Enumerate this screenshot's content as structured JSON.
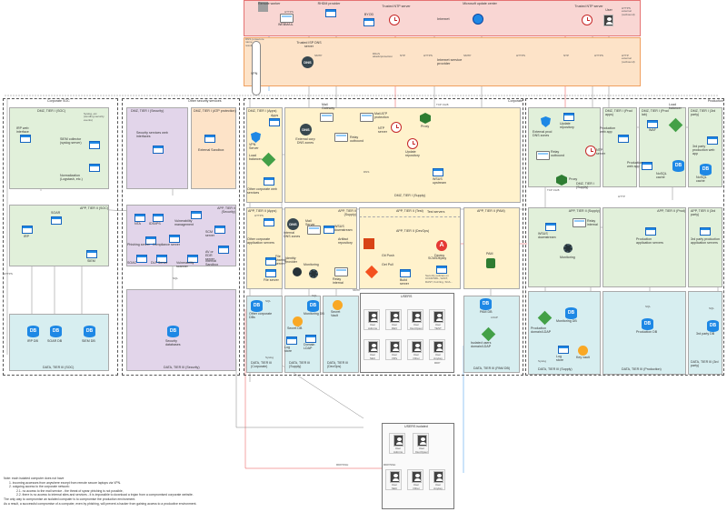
{
  "zones": {
    "internet": "Internet",
    "isp": "Internet service provider",
    "corporate_soc": "Corporate SOC",
    "other_security": "Other security services",
    "corporate": "Corporate",
    "production": "Production",
    "dmz_tier1_soc": "DMZ, TIER I (SOC)",
    "dmz_tier1_security": "DMZ, TIER I (Security)",
    "dmz_tier1_atp": "DMZ, TIER I (ATP protection)",
    "dmz_tier1_apps": "DMZ, TIER I (Apps)",
    "dmz_tier1_supply": "DMZ, TIER I (Supply)",
    "dmz_tier1_supply_prod": "DMZ, TIER I (Supply)",
    "dmz_tier1_prod_apps": "DMZ, TIER I (Prod apps)",
    "dmz_tier1_prod_lab": "DMZ, TIER I (Prod lab)",
    "dmz_tier1_3rd": "DMZ, TIER I (3rd party)",
    "app_tier2_soc": "APP, TIER II (SOC)",
    "app_tier2_security": "APP, TIER II (Security)",
    "app_tier2_apps": "APP, TIER II (Apps)",
    "app_tier2_supply": "APP, TIER II (Supply)",
    "app_tier2_test": "APP, TIER II (Test)",
    "app_tier2_devops": "APP, TIER II (DevOps)",
    "app_tier2_pam": "APP, TIER II (PAM)",
    "app_tier2_supply_prod": "APP, TIER II (Supply)",
    "app_tier2_prod": "APP, TIER II (Prod)",
    "app_tier2_3rd": "APP, TIER II (3rd party)",
    "data_tier3_soc": "DATA, TIER III (SOC)",
    "data_tier3_security": "DATA, TIER III (Security)",
    "data_tier3_corporate": "DATA, TIER III (Corporate)",
    "data_tier3_supply": "DATA, TIER III (Supply)",
    "data_tier3_devops": "DATA, TIER III (DevOps)",
    "data_tier3_pam": "DATA, TIER III (PAM DB)",
    "data_tier3_supply_prod": "DATA, TIER III (Supply)",
    "data_tier3_production": "DATA, TIER III (Production)",
    "data_tier3_3rd": "DATA, TIER III (3rd party)"
  },
  "internet_nodes": {
    "remote_worker": "Remote worker",
    "webmail": "WEBMAIL",
    "rhdm": "RHDM provider",
    "byod": "BYOD",
    "trusted_ntp": "Trusted NTP server",
    "ms_update": "Microsoft update center",
    "trusted_ntp2": "Trusted NTP server",
    "user": "User",
    "https_external": "HTTPS external (outbound)",
    "dns_note": "DNS (unsecure name resolution)",
    "trusted_isp_dns": "Trusted ISP DNS server",
    "isp_dns": "DNS",
    "ddos": "DDoS attack/protection",
    "vpn": "VPN",
    "http_external": "HTTP external (outbound)"
  },
  "soc": {
    "irp_web": "IRP web interface",
    "siem_collector": "SIEM collector (syslog server)",
    "syslog_note": "Syslog, etc (sending security events)",
    "normalization": "Normalization (Logstash, etc.)",
    "irp": "IRP",
    "soar": "SOAR",
    "siem": "SIEM",
    "irp_db": "IRP DB",
    "soar_db": "SOAR DB",
    "siem_db": "SIEM DB"
  },
  "security": {
    "sec_services_web": "Security services web interfaces",
    "external_sandbox": "External Sandbox",
    "nta": "NTA",
    "ids_ips": "IDS/IPS",
    "vuln_mgmt": "Vulnerability management",
    "scm": "SCM server",
    "phishing": "Phishing server",
    "compliance": "Compliance server",
    "av_edr": "AV or EDR server",
    "soc_c": "SOAC",
    "dlp": "DLP Server",
    "vuln_scanner": "Vulnerability scanner",
    "internal_sandbox": "Internal Sandbox",
    "sec_databases": "Security databases"
  },
  "corporate_nodes": {
    "apps_label": "Apps",
    "vpn_server": "VPN Server",
    "external_corp_dns": "External corp DNS zones",
    "mail_gateway": "Mail Gateway",
    "relay_outbound": "Relay outbound",
    "mail_atp": "Mail ATP protection",
    "ntp_server": "NTP server",
    "proxy": "Proxy",
    "update_repo": "Update repository",
    "wsus_upstream": "WSUS upstream",
    "load_balancer": "Load balancer",
    "other_corp_web": "Other corporate web services",
    "other_corp_app": "Other corporate application servers",
    "internal_dns": "Internal DNS zones",
    "mail_server": "Mail Server",
    "wsus_downstream": "WSUS downstream",
    "identity_provider": "Identity provider",
    "monitoring": "Monitoring",
    "file_sharing": "File sharing server",
    "file_server": "File server",
    "artifact_repo": "Artifact repository",
    "test_servers": "Test servers",
    "deploy": "Deploy",
    "scm_deploy": "SCM/Deploy",
    "build_server": "Build server",
    "git_push": "Git Push",
    "git_pull": "Get Pull",
    "dev_note": "Security policies on CI/CD/SDL, SAST, DAST, Fuzzing, SCA...",
    "relay_internal": "Relay internal",
    "pam": "PAM",
    "other_corp_dbs": "Other corporate DBs",
    "log_store": "Log store",
    "secret_db": "Secret DB",
    "domain_ldap": "Domain LDAP",
    "monitoring_db": "Monitoring DB",
    "secret_vault": "Secret Vault",
    "pam_db": "PAM DB",
    "isolated_users": "Isolated users domain/LDAP",
    "users_label": "USERS",
    "users_isolated_label": "USERS isolated"
  },
  "users": [
    "Admins",
    "DEV",
    "DevOpser",
    "TEST",
    "SEC",
    "VIPs",
    "Other",
    "Anykey"
  ],
  "users_isolated": [
    "Admins",
    "DevOpser",
    "SEC",
    "Other",
    "Anykey"
  ],
  "user_word": "User",
  "production_nodes": {
    "update_repo": "Update repository",
    "external_prod_dns": "External prod DNS zones",
    "relay_outbound": "Relay outbound",
    "ntp_server": "NTP server",
    "prod_proxy": "Proxy",
    "production_web_app": "Production web app",
    "waf": "WAF",
    "load_balancer": "Load balancer",
    "production_web_app2": "Production web app",
    "nosql": "NoSQL cache",
    "nosql2": "NoSQL cache",
    "third_party_app": "3rd party production web app",
    "wsus_downstream": "WSUS downstream",
    "relay_internal": "Relay internal",
    "monitoring": "Monitoring",
    "production_app_servers": "Production application servers",
    "third_party_app_servers": "3rd party production application servers",
    "production_domain": "Production domain/LDAP",
    "monitoring_db": "Monitoring DB",
    "production_db": "Production DB",
    "third_party_db": "3rd party DB",
    "log_store": "Log store",
    "key_vault": "Key vault"
  },
  "protocols": {
    "https": "HTTPS",
    "smtp": "SMTP",
    "ntp": "NTP",
    "http": "HTTP",
    "sql": "SQL",
    "ldap": "LDAP",
    "syslog": "Syslog",
    "rdp_ssh": "RDP/SSH",
    "rdp": "RDP",
    "dns": "DNS",
    "tcp": "TCP 3128",
    "rdp_ssh2": "RDP/SSH"
  },
  "note": {
    "title": "Note: each isolated computer does not have",
    "line1": "1. incoming accesses from anywhere except from remote secure laptops via VPN.",
    "line2": "2. outgoing access to the corporate network:",
    "line2_1": "2.1. no access to the mail service - the threat of spear phishing is not possible,",
    "line2_2": "2.2. there is no access to internal sites and services - it is impossible to download a trojan from a compromised corporate website.",
    "line3": "The only way to compromise an isolated computer is to compromise the production environment.",
    "line4": "As a result, a successful compromise of a computer, even by phishing, will prevent a hacker from gaining access to a productive environment."
  },
  "colors": {
    "internet": "#f9d6d3",
    "isp": "#fde3c8",
    "dmz": "#fff2cc",
    "app": "#e1f0da",
    "data": "#d7eef0",
    "security": "#e2d5ea",
    "accent": "#1e88e5"
  }
}
